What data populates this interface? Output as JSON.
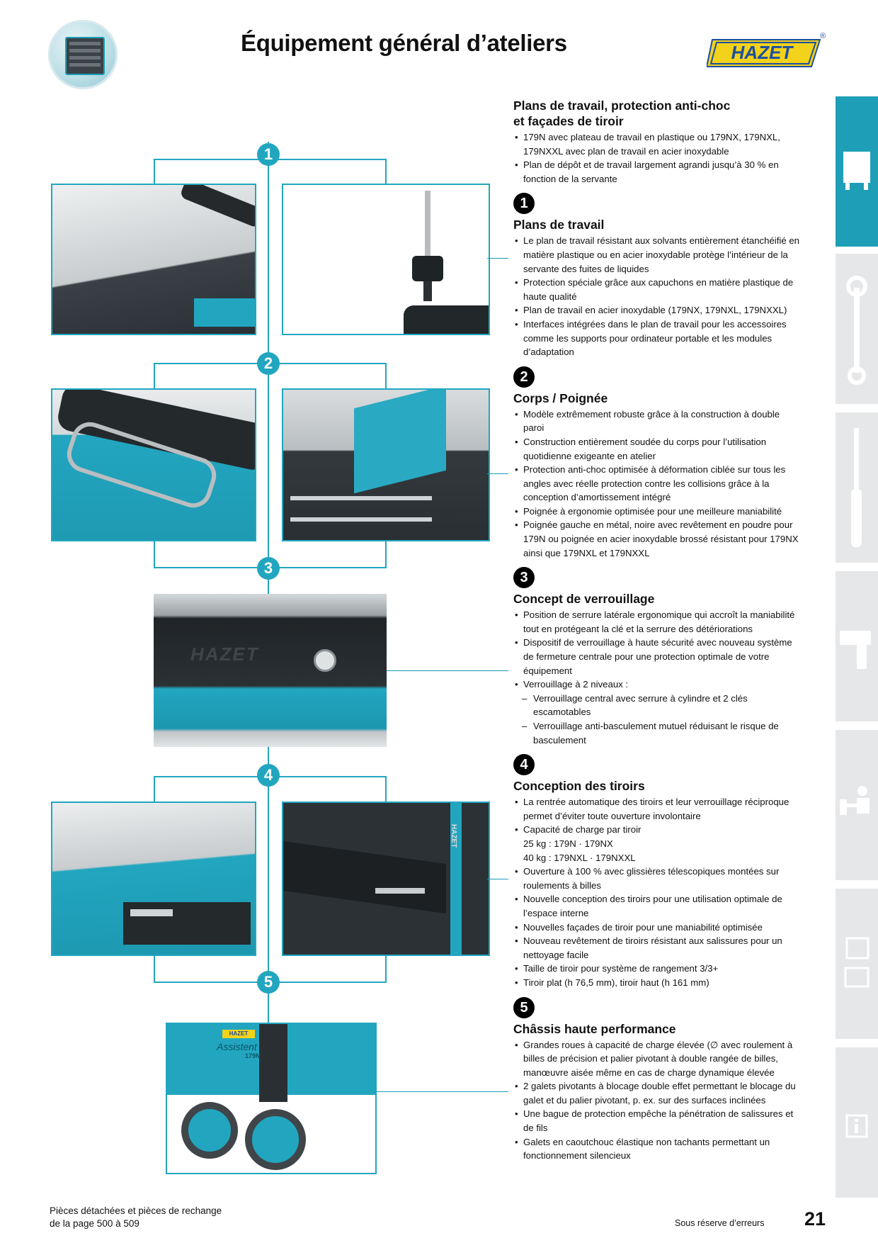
{
  "header": {
    "title": "Équipement général d’ateliers",
    "brand": "HAZET",
    "registered": "®"
  },
  "badges": [
    "1",
    "2",
    "3",
    "4",
    "5"
  ],
  "photo_labels": {
    "drawer_brand": "HAZET",
    "caster_brand": "HAZET",
    "caster_model": "Assistent",
    "caster_number": "179N"
  },
  "intro": {
    "heading_line1": "Plans de travail, protection anti-choc",
    "heading_line2": "et façades de tiroir",
    "bullets": [
      "179N avec plateau de travail en plastique ou 179NX, 179NXL, 179NXXL avec plan de travail en acier inoxydable",
      "Plan de dépôt et de travail largement agrandi jusqu’à 30 % en fonction de la servante"
    ]
  },
  "sections": [
    {
      "number": "1",
      "heading": "Plans de travail",
      "bullets": [
        "Le plan de travail résistant aux solvants entièrement étanchéifié en matière plastique ou en acier inoxydable protège l’intérieur de la servante des fuites de liquides",
        "Protection spéciale grâce aux capuchons en matière plastique de haute qualité",
        "Plan de travail en acier inoxydable (179NX, 179NXL, 179NXXL)",
        "Interfaces intégrées dans le plan de travail pour les accessoires comme les supports pour ordinateur portable et les modules d’adaptation"
      ]
    },
    {
      "number": "2",
      "heading": "Corps / Poignée",
      "bullets": [
        "Modèle extrêmement robuste grâce à la construction à double paroi",
        "Construction entièrement soudée du corps pour l’utilisation quotidienne exigeante en atelier",
        "Protection anti-choc optimisée à déformation ciblée sur tous les angles avec réelle protection contre les collisions grâce à la conception d’amortissement intégré",
        "Poignée à ergonomie optimisée pour une meilleure maniabilité",
        "Poignée gauche en métal, noire avec revêtement en poudre pour 179N ou poignée en acier inoxydable brossé résistant pour 179NX ainsi que 179NXL et 179NXXL"
      ]
    },
    {
      "number": "3",
      "heading": "Concept de verrouillage",
      "bullets": [
        "Position de serrure latérale ergonomique qui accroît la maniabilité tout en protégeant la clé et la serrure des détériorations",
        "Dispositif de verrouillage à haute sécurité avec nouveau système de fermeture centrale pour une protection optimale de votre équipement",
        "Verrouillage à 2 niveaux :"
      ],
      "sub_bullets": [
        "Verrouillage central avec serrure à cylindre et 2 clés escamotables",
        "Verrouillage anti-basculement mutuel réduisant le risque de basculement"
      ]
    },
    {
      "number": "4",
      "heading": "Conception des tiroirs",
      "bullets_a": [
        "La rentrée automatique des tiroirs et leur verrouillage réciproque permet d’éviter toute ouverture involontaire",
        "Capacité de charge par tiroir"
      ],
      "capacity_lines": [
        "25 kg : 179N · 179NX",
        "40 kg : 179NXL · 179NXXL"
      ],
      "bullets_b": [
        "Ouverture à 100 % avec glissières télescopiques montées sur roulements à billes",
        "Nouvelle conception des tiroirs pour une utilisation optimale de l’espace interne",
        "Nouvelles façades de tiroir pour une maniabilité optimisée",
        "Nouveau revêtement de tiroirs résistant aux salissures pour un nettoyage facile",
        "Taille de tiroir pour système de rangement 3/3+",
        "Tiroir plat (h 76,5 mm), tiroir haut (h 161 mm)"
      ]
    },
    {
      "number": "5",
      "heading": "Châssis haute performance",
      "bullets": [
        "Grandes roues à capacité de charge élevée (∅ avec roulement à billes de précision et palier pivotant à double rangée de billes, manœuvre aisée même en cas de charge dynamique élevée",
        "2 galets pivotants à blocage double effet permettant le blocage du galet et du palier pivotant, p. ex. sur des surfaces inclinées",
        "Une bague de protection empêche la pénétration de salissures et de fils",
        "Galets en caoutchouc élastique non tachants permettant un fonctionnement silencieux"
      ]
    }
  ],
  "footer": {
    "left_line1": "Pièces détachées et pièces de rechange",
    "left_line2": "de la page 500 à 509",
    "disclaimer": "Sous réserve d’erreurs",
    "page_number": "21"
  },
  "side_tabs": [
    {
      "icon": "tool-cabinet-icon",
      "active": true
    },
    {
      "icon": "wrench-icon",
      "active": false
    },
    {
      "icon": "screwdriver-icon",
      "active": false
    },
    {
      "icon": "pneumatic-tool-icon",
      "active": false
    },
    {
      "icon": "mechanic-icon",
      "active": false
    },
    {
      "icon": "vehicle-lift-icon",
      "active": false
    },
    {
      "icon": "info-icon",
      "active": false
    }
  ],
  "colors": {
    "accent": "#22a6c0",
    "tab_active": "#1f9fb7",
    "tab": "#e6e7e8",
    "logo_yellow": "#f2d21b"
  }
}
